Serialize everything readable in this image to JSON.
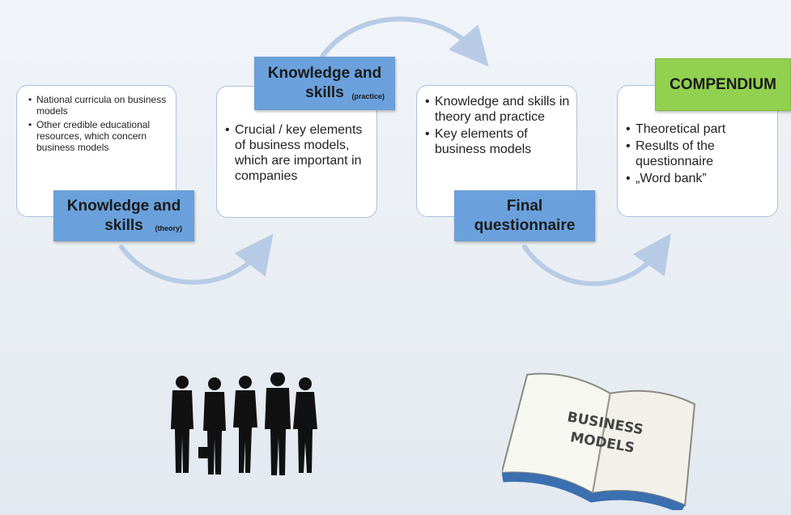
{
  "stages": [
    {
      "items": [
        "National curricula on business models",
        "Other credible educational resources, which concern business models"
      ],
      "label_main": "Knowledge and skills",
      "label_sub": "(theory)",
      "label_color": "#6aa1dc"
    },
    {
      "items": [
        "Crucial / key elements of business models, which are important in companies"
      ],
      "label_main": "Knowledge and skills",
      "label_sub": "(practice)",
      "label_color": "#6aa1dc"
    },
    {
      "items": [
        "Knowledge and skills in theory and practice",
        "Key elements of business models"
      ],
      "label_main": "Final questionnaire",
      "label_color": "#6aa1dc"
    },
    {
      "items": [
        "Theoretical part",
        "Results of the questionnaire",
        "„Word bank”"
      ],
      "label_main": "COMPENDIUM",
      "label_color": "#92d050"
    }
  ],
  "book": {
    "line1": "BUSINESS",
    "line2": "MODELS"
  },
  "colors": {
    "arrow": "#b7cbe6",
    "card_border": "#a9c0dc"
  },
  "icons": [
    "business-people-silhouette-icon",
    "open-book-icon"
  ]
}
